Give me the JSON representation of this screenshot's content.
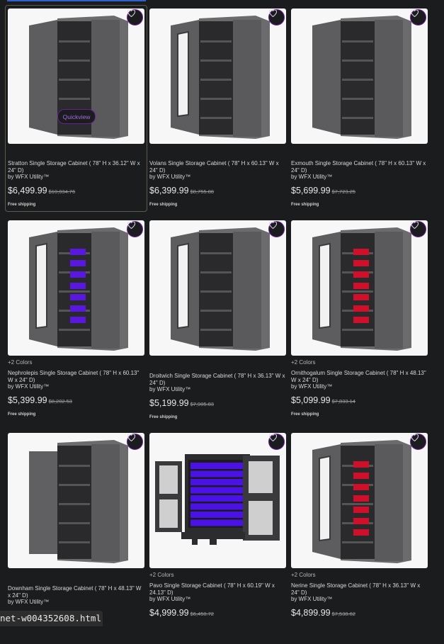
{
  "quickview_label": "Quickview",
  "status_url": "net-w004352608.html",
  "colors": {
    "accent": "#6a1f9a",
    "background": "#1b1c1e"
  },
  "products": [
    {
      "colors": "",
      "title": "Stratton Single Storage Cabinet ( 78\" H x 36.12\" W x 24\" D)",
      "brand": "by WFX Utility™",
      "price": "$6,499.99",
      "was": "$10,034.76",
      "shipping": "Free shipping",
      "bins": "",
      "style": "single"
    },
    {
      "colors": "",
      "title": "Volans Single Storage Cabinet ( 78\" H x 60.13\" W x 24\" D)",
      "brand": "by WFX Utility™",
      "price": "$6,399.99",
      "was": "$8,755.88",
      "shipping": "Free shipping",
      "bins": "",
      "style": "window"
    },
    {
      "colors": "",
      "title": "Exmouth Single Storage Cabinet ( 78\" H x 60.13\" W x 24\" D)",
      "brand": "by WFX Utility™",
      "price": "$5,699.99",
      "was": "$7,723.25",
      "shipping": "Free shipping",
      "bins": "",
      "style": "single"
    },
    {
      "colors": "+2 Colors",
      "title": "Nephrolepis Single Storage Cabinet ( 78\" H x 60.13\" W x 24\" D)",
      "brand": "by WFX Utility™",
      "price": "$5,399.99",
      "was": "$8,202.53",
      "shipping": "Free shipping",
      "bins": "#5a17e0",
      "style": "window"
    },
    {
      "colors": "",
      "title": "Droitwich Single Storage Cabinet ( 78\" H x 36.13\" W x 24\" D)",
      "brand": "by WFX Utility™",
      "price": "$5,199.99",
      "was": "$7,905.83",
      "shipping": "Free shipping",
      "bins": "",
      "style": "window"
    },
    {
      "colors": "+2 Colors",
      "title": "Ornithogalum Single Storage Cabinet ( 78\" H x 48.13\" W x 24\" D)",
      "brand": "by WFX Utility™",
      "price": "$5,099.99",
      "was": "$7,833.14",
      "shipping": "Free shipping",
      "bins": "#d0102a",
      "style": "window"
    },
    {
      "colors": "",
      "title": "Downham Single Storage Cabinet ( 78\" H x 48.13\" W x 24\" D)",
      "brand": "by WFX Utility™",
      "price": "",
      "was": "",
      "shipping": "",
      "bins": "",
      "style": "double"
    },
    {
      "colors": "+2 Colors",
      "title": "Pavo Single Storage Cabinet ( 78\" H x 60.19\" W x 24.13\" D)",
      "brand": "by WFX Utility™",
      "price": "$4,999.99",
      "was": "$6,450.72",
      "shipping": "",
      "bins": "#4b12e8",
      "style": "mesh"
    },
    {
      "colors": "+2 Colors",
      "title": "Nerine Single Storage Cabinet ( 78\" H x 36.13\" W x 24\" D)",
      "brand": "by WFX Utility™",
      "price": "$4,899.99",
      "was": "$7,538.62",
      "shipping": "",
      "bins": "#d0102a",
      "style": "window"
    }
  ]
}
